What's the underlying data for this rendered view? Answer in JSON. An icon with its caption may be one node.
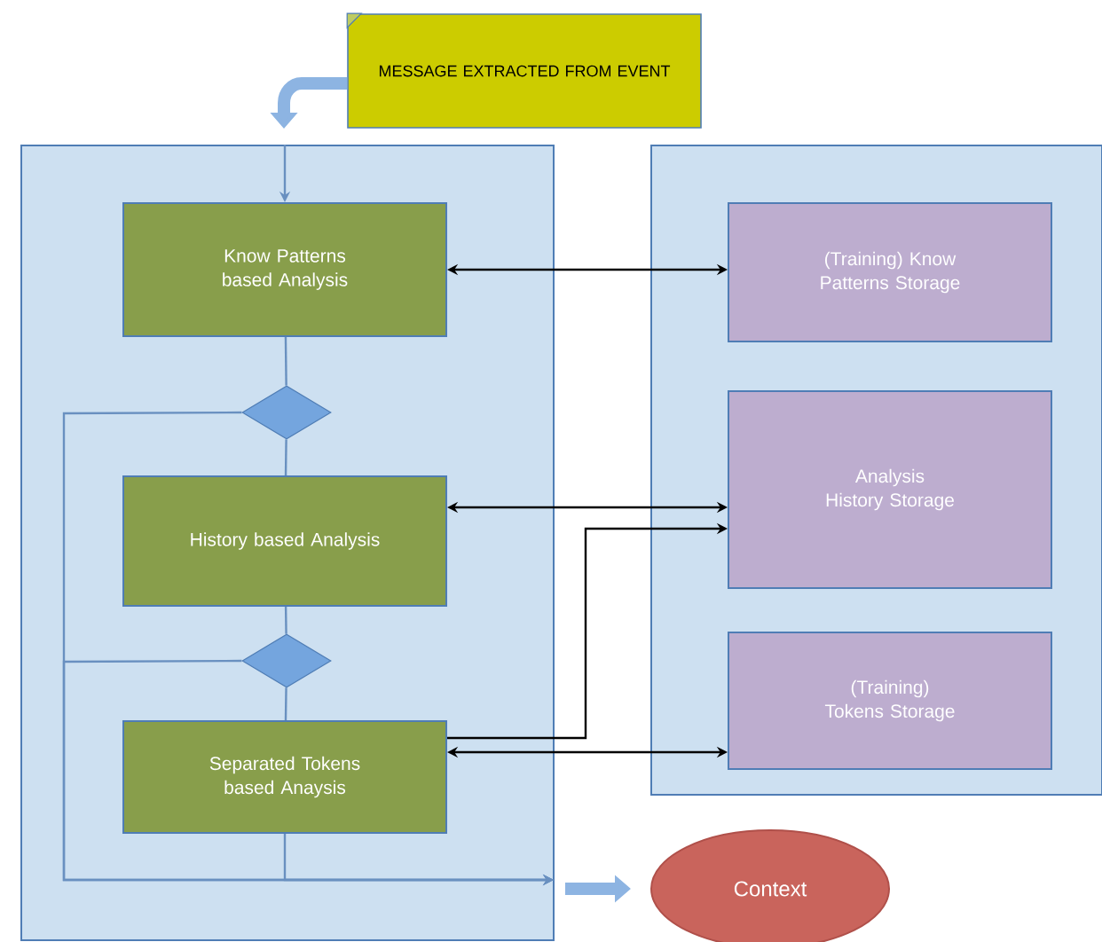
{
  "diagram": {
    "nodes": [
      {
        "text": [],
        "shape": "box"
      },
      {
        "text": [],
        "shape": "box"
      },
      {
        "text": [
          "MESSAGE EXTRACTED FROM EVENT"
        ]
      },
      {
        "text": [
          "Know Patterns based Analysis"
        ],
        "in": 0
      },
      {
        "text": [],
        "shape": "diamond",
        "in": 0
      },
      {
        "text": [
          "History based Analysis"
        ],
        "in": 0
      },
      {
        "text": [],
        "shape": "diamond",
        "in": 0
      },
      {
        "text": [
          "Separated Tokens based Anaysis"
        ],
        "in": 0
      },
      {
        "text": [
          "(Training) Know Patterns Storage"
        ],
        "in": 1
      },
      {
        "text": [
          "Analysis History Storage"
        ],
        "in": 1
      },
      {
        "text": [
          "(Training) Tokens Storage"
        ],
        "in": 1
      },
      {
        "text": [
          "Context"
        ]
      }
    ],
    "edges": [
      {
        "from": 2,
        "to": 0,
        "arrow": "to",
        "style": "thick",
        "color": "#8db4e2"
      },
      {
        "from": 0,
        "to": 3,
        "arrow": "to"
      },
      {
        "from": 3,
        "to": 4,
        "arrow": "none"
      },
      {
        "from": 4,
        "to": 5,
        "arrow": "none"
      },
      {
        "from": 5,
        "to": 6,
        "arrow": "none"
      },
      {
        "from": 6,
        "to": 7,
        "arrow": "none"
      },
      {
        "from": 4,
        "to": 0,
        "arrow": "to"
      },
      {
        "from": 6,
        "to": 0,
        "arrow": "to"
      },
      {
        "from": 7,
        "to": 0,
        "arrow": "to"
      },
      {
        "from": 3,
        "to": 8,
        "arrow": "both",
        "color": "#000000"
      },
      {
        "from": 5,
        "to": 9,
        "arrow": "both",
        "color": "#000000"
      },
      {
        "from": 7,
        "to": 9,
        "arrow": "to",
        "color": "#000000"
      },
      {
        "from": 7,
        "to": 10,
        "arrow": "both",
        "color": "#000000"
      },
      {
        "from": 0,
        "to": 11,
        "arrow": "to",
        "style": "thick",
        "color": "#8db4e2"
      }
    ]
  }
}
